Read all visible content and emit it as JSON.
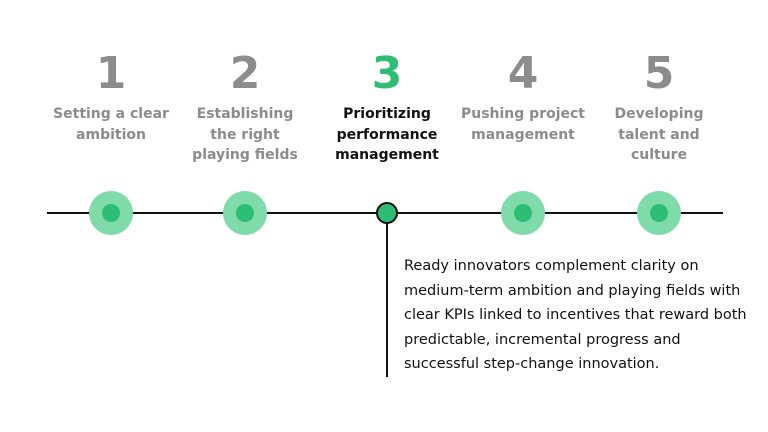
{
  "steps": [
    {
      "number": "1",
      "label": "Setting a clear ambition"
    },
    {
      "number": "2",
      "label": "Establishing the right playing fields"
    },
    {
      "number": "3",
      "label": "Prioritizing performance management"
    },
    {
      "number": "4",
      "label": "Pushing project management"
    },
    {
      "number": "5",
      "label": "Developing talent and culture"
    }
  ],
  "active_step": 3,
  "description": "Ready innovators complement clarity on medium-term ambition and playing fields with clear KPIs linked to incentives that reward both predictable, incremental progress and successful step-change innovation.",
  "colors": {
    "accent": "#2dbd74",
    "halo": "#7fdbaa",
    "inactive": "#8c8c8c"
  }
}
